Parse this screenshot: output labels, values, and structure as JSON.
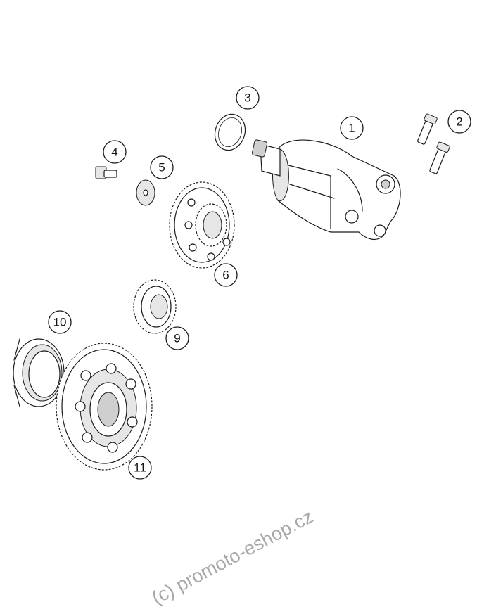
{
  "callouts": [
    {
      "id": "1",
      "label": "1"
    },
    {
      "id": "2",
      "label": "2"
    },
    {
      "id": "3",
      "label": "3"
    },
    {
      "id": "4",
      "label": "4"
    },
    {
      "id": "5",
      "label": "5"
    },
    {
      "id": "6",
      "label": "6"
    },
    {
      "id": "9",
      "label": "9"
    },
    {
      "id": "10",
      "label": "10"
    },
    {
      "id": "11",
      "label": "11"
    }
  ],
  "watermark": "(c) promoto-eshop.cz"
}
